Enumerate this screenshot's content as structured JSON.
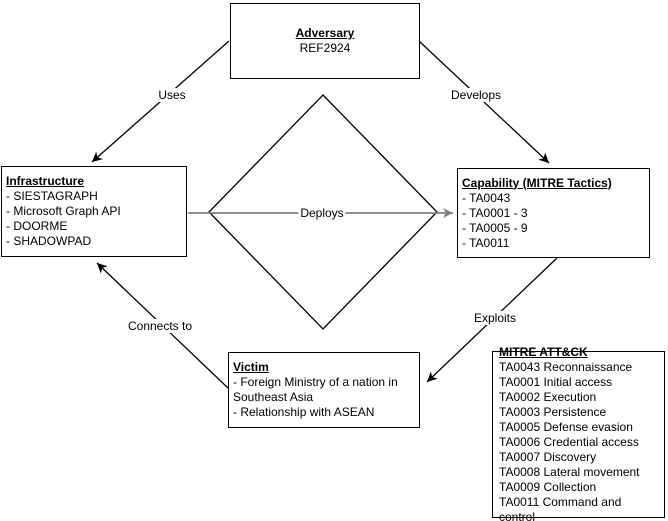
{
  "diagram": {
    "nodes": {
      "adversary": {
        "title": "Adversary",
        "subtitle": "REF2924"
      },
      "infrastructure": {
        "title": "Infrastructure",
        "items": [
          "- SIESTAGRAPH",
          "- Microsoft Graph API",
          "- DOORME",
          "- SHADOWPAD"
        ]
      },
      "capability": {
        "title": "Capability (MITRE Tactics)",
        "items": [
          "- TA0043",
          "- TA0001 - 3",
          "- TA0005 - 9",
          "- TA0011"
        ]
      },
      "victim": {
        "title": "Victim",
        "items": [
          "- Foreign Ministry of a nation in Southeast Asia",
          "- Relationship with ASEAN"
        ]
      },
      "mitre_legend": {
        "title": "MITRE ATT&CK",
        "items": [
          "TA0043 Reconnaissance",
          "TA0001 Initial access",
          "TA0002 Execution",
          "TA0003 Persistence",
          "TA0005 Defense evasion",
          "TA0006 Credential access",
          "TA0007 Discovery",
          "TA0008 Lateral movement",
          "TA0009 Collection",
          "TA0011 Command and control"
        ]
      }
    },
    "edges": {
      "uses": "Uses",
      "develops": "Develops",
      "deploys": "Deploys",
      "connects_to": "Connects to",
      "exploits": "Exploits"
    },
    "colors": {
      "edge": "#000000",
      "deploys_edge": "#808080",
      "box_border": "#000000",
      "text": "#000000",
      "background": "#ffffff"
    }
  }
}
